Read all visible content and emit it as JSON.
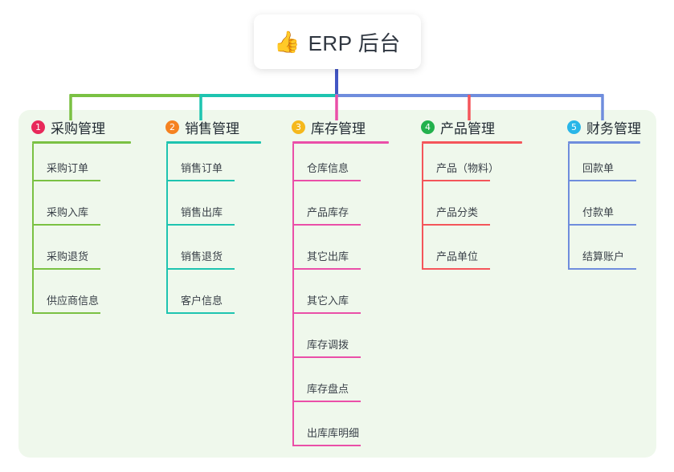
{
  "diagram": {
    "type": "org-tree",
    "root": {
      "icon": "thumbs-up-icon",
      "emoji": "👍",
      "label": "ERP 后台"
    },
    "panel_color": "#eff8ec",
    "columns": [
      {
        "index": "1",
        "label": "采购管理",
        "badge_color": "#e8295a",
        "line_color": "#7ac143",
        "items": [
          "采购订单",
          "采购入库",
          "采购退货",
          "供应商信息"
        ]
      },
      {
        "index": "2",
        "label": "销售管理",
        "badge_color": "#f58220",
        "line_color": "#1ec4b0",
        "items": [
          "销售订单",
          "销售出库",
          "销售退货",
          "客户信息"
        ]
      },
      {
        "index": "3",
        "label": "库存管理",
        "badge_color": "#f5b81c",
        "line_color": "#ea4fa8",
        "items": [
          "仓库信息",
          "产品库存",
          "其它出库",
          "其它入库",
          "库存调拨",
          "库存盘点",
          "出库库明细"
        ]
      },
      {
        "index": "4",
        "label": "产品管理",
        "badge_color": "#23b14d",
        "line_color": "#f4555a",
        "items": [
          "产品（物料）",
          "产品分类",
          "产品单位"
        ]
      },
      {
        "index": "5",
        "label": "财务管理",
        "badge_color": "#29b6e8",
        "line_color": "#6f8ddd",
        "items": [
          "回款单",
          "付款单",
          "结算账户"
        ]
      }
    ],
    "bus": {
      "stem_color": "#4356c4",
      "segments": [
        {
          "color": "#7ac143",
          "from": 88,
          "to": 250
        },
        {
          "color": "#1ec4b0",
          "from": 250,
          "to": 419
        },
        {
          "color": "#6f8ddd",
          "from": 419,
          "to": 750
        }
      ]
    }
  }
}
